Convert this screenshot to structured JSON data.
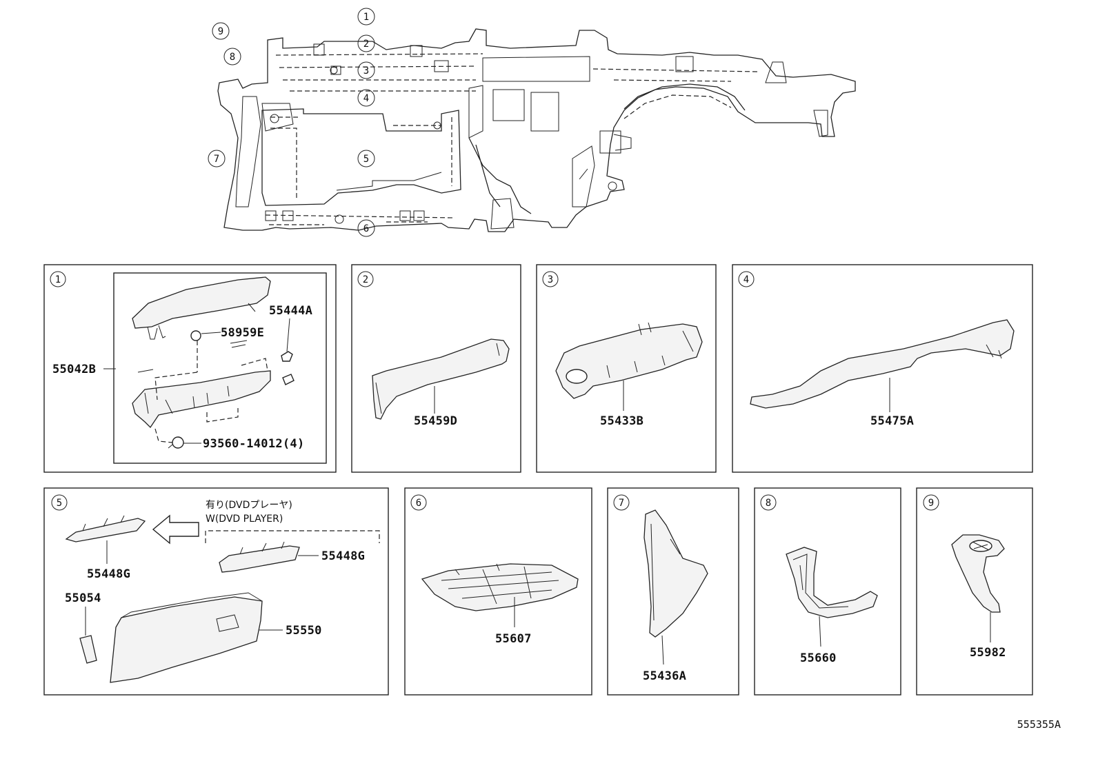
{
  "overview": {
    "callouts": [
      "1",
      "2",
      "3",
      "4",
      "5",
      "6",
      "7",
      "8",
      "9"
    ]
  },
  "panels": [
    {
      "id": "1",
      "parts": [
        "55444A",
        "58959E",
        "55042B",
        "93560-14012(4)"
      ]
    },
    {
      "id": "2",
      "parts": [
        "55459D"
      ]
    },
    {
      "id": "3",
      "parts": [
        "55433B"
      ]
    },
    {
      "id": "4",
      "parts": [
        "55475A"
      ]
    },
    {
      "id": "5",
      "note_jp": "有り(DVDプレーヤ)",
      "note_en": "W(DVD PLAYER)",
      "parts": [
        "55448G",
        "55448G",
        "55054",
        "55550"
      ]
    },
    {
      "id": "6",
      "parts": [
        "55607"
      ]
    },
    {
      "id": "7",
      "parts": [
        "55436A"
      ]
    },
    {
      "id": "8",
      "parts": [
        "55660"
      ]
    },
    {
      "id": "9",
      "parts": [
        "55982"
      ]
    }
  ],
  "diagram_code": "555355A"
}
